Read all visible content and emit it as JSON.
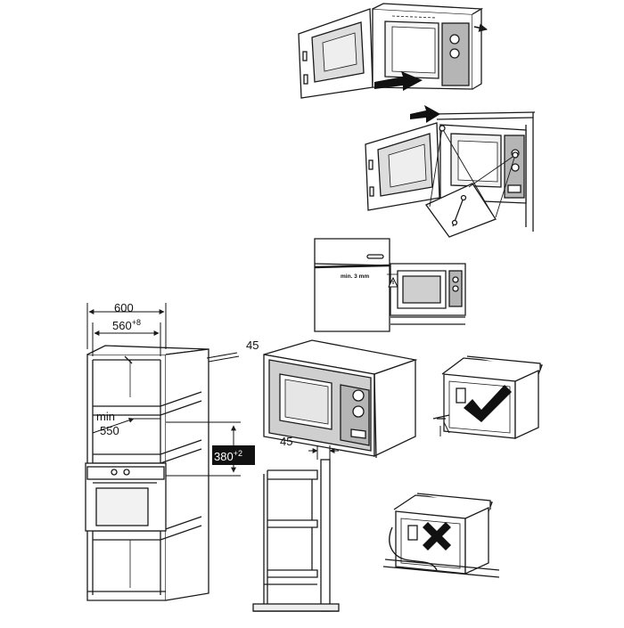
{
  "dimensions": {
    "cabinet_width": "600",
    "niche_width_base": "560",
    "niche_width_tol": "+8",
    "depth_offset_top": "45",
    "depth_offset_side": "45",
    "min_label": "min",
    "min_depth": "550",
    "niche_height_base": "380",
    "niche_height_tol": "+2",
    "gap_label": "min. 3 mm"
  },
  "colors": {
    "line": "#1a1a1a",
    "panel_gray": "#b5b5b5",
    "window_gray": "#d2d2d2",
    "dark_bg": "#111111",
    "check": "#111111",
    "cross": "#111111"
  },
  "icons": {
    "correct": "check-mark-icon",
    "incorrect": "cross-mark-icon",
    "warning": "warning-triangle-icon",
    "push": "arrow-right-icon"
  }
}
